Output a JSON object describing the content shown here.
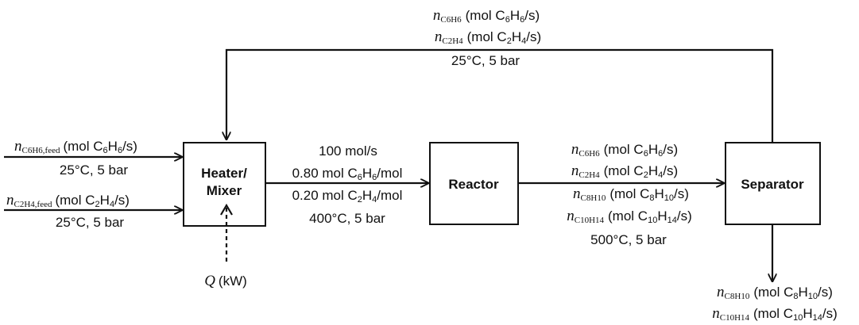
{
  "units": {
    "heater_mixer": {
      "line1": "Heater/",
      "line2": "Mixer"
    },
    "reactor": {
      "label": "Reactor"
    },
    "separator": {
      "label": "Separator"
    }
  },
  "streams": {
    "recycle": {
      "benzene": {
        "var": "n",
        "sub": "C6H6",
        "text": "(mol C",
        "s1": "6",
        "m1": "H",
        "s2": "6",
        "end": "/s)"
      },
      "ethylene": {
        "var": "n",
        "sub": "C2H4",
        "text": "(mol C",
        "s1": "2",
        "m1": "H",
        "s2": "4",
        "end": "/s)"
      },
      "conditions": "25°C, 5 bar"
    },
    "feed_benzene": {
      "var": "n",
      "sub": "C6H6,feed",
      "text": "(mol C",
      "s1": "6",
      "m1": "H",
      "s2": "6",
      "end": "/s)",
      "conditions": "25°C, 5 bar"
    },
    "feed_ethylene": {
      "var": "n",
      "sub": "C2H4,feed",
      "text": "(mol C",
      "s1": "2",
      "m1": "H",
      "s2": "4",
      "end": "/s)",
      "conditions": "25°C, 5 bar"
    },
    "reactor_feed": {
      "flow": "100 mol/s",
      "benzene": {
        "pre": "0.80 mol C",
        "s1": "6",
        "m1": "H",
        "s2": "6",
        "end": "/mol"
      },
      "ethylene": {
        "pre": "0.20 mol C",
        "s1": "2",
        "m1": "H",
        "s2": "4",
        "end": "/mol"
      },
      "conditions": "400°C, 5 bar"
    },
    "reactor_effluent": {
      "benzene": {
        "var": "n",
        "sub": "C6H6",
        "text": "(mol C",
        "s1": "6",
        "m1": "H",
        "s2": "6",
        "end": "/s)"
      },
      "ethylene": {
        "var": "n",
        "sub": "C2H4",
        "text": "(mol C",
        "s1": "2",
        "m1": "H",
        "s2": "4",
        "end": "/s)"
      },
      "ethylbenzene": {
        "var": "n",
        "sub": "C8H10",
        "text": "(mol C",
        "s1": "8",
        "m1": "H",
        "s2": "10",
        "end": "/s)"
      },
      "diethylbenzene": {
        "var": "n",
        "sub": "C10H14",
        "text": "(mol C",
        "s1": "10",
        "m1": "H",
        "s2": "14",
        "end": "/s)"
      },
      "conditions": "500°C, 5 bar"
    },
    "product": {
      "ethylbenzene": {
        "var": "n",
        "sub": "C8H10",
        "text": "(mol C",
        "s1": "8",
        "m1": "H",
        "s2": "10",
        "end": "/s)"
      },
      "diethylbenzene": {
        "var": "n",
        "sub": "C10H14",
        "text": "(mol C",
        "s1": "10",
        "m1": "H",
        "s2": "14",
        "end": "/s)"
      }
    },
    "heat": {
      "var": "Q",
      "unit": "(kW)"
    }
  }
}
